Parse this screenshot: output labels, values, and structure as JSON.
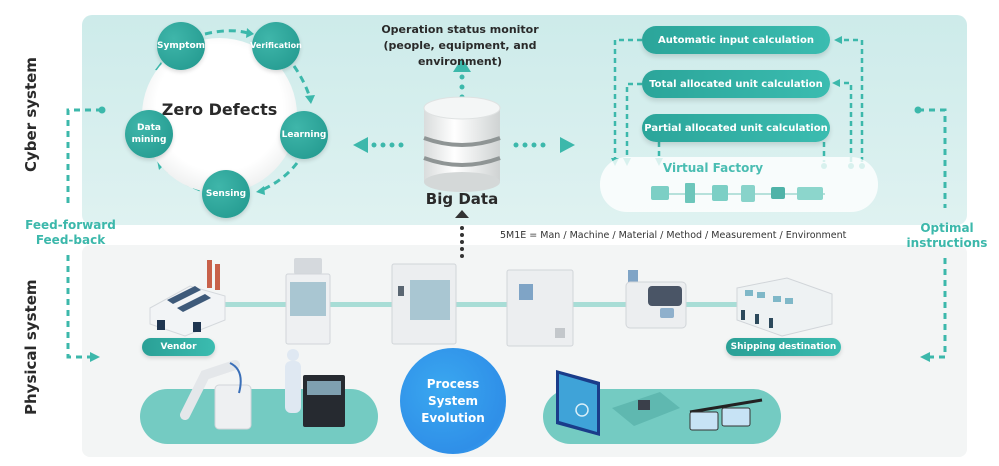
{
  "sections": {
    "cyber_label": "Cyber system",
    "physical_label": "Physical system"
  },
  "zero_defects": {
    "title": "Zero Defects",
    "nodes": [
      {
        "label": "Symptom"
      },
      {
        "label": "Verification"
      },
      {
        "label": "Learning"
      },
      {
        "label": "Sensing"
      },
      {
        "label": "Data mining"
      }
    ]
  },
  "big_data": {
    "label": "Big Data",
    "monitor_line1": "Operation status monitor",
    "monitor_line2": "(people, equipment, and environment)"
  },
  "calculations": [
    {
      "label": "Automatic input calculation"
    },
    {
      "label": "Total allocated unit calculation"
    },
    {
      "label": "Partial allocated unit calculation"
    }
  ],
  "virtual_factory": {
    "title": "Virtual Factory"
  },
  "feed": {
    "line1": "Feed-forward",
    "line2": "Feed-back"
  },
  "optimal": {
    "line1": "Optimal",
    "line2": "instructions"
  },
  "legend_5m1e": "5M1E = Man / Machine / Material / Method / Measurement / Environment",
  "physical": {
    "vendor_label": "Vendor",
    "shipping_label": "Shipping destination",
    "process_evolution_line1": "Process System",
    "process_evolution_line2": "Evolution"
  },
  "colors": {
    "teal": "#2ba59a",
    "teal_light": "#74cbc2",
    "blue": "#2f8fe8",
    "cyber_bg": "#cdebea",
    "physical_bg": "#f3f5f5"
  }
}
